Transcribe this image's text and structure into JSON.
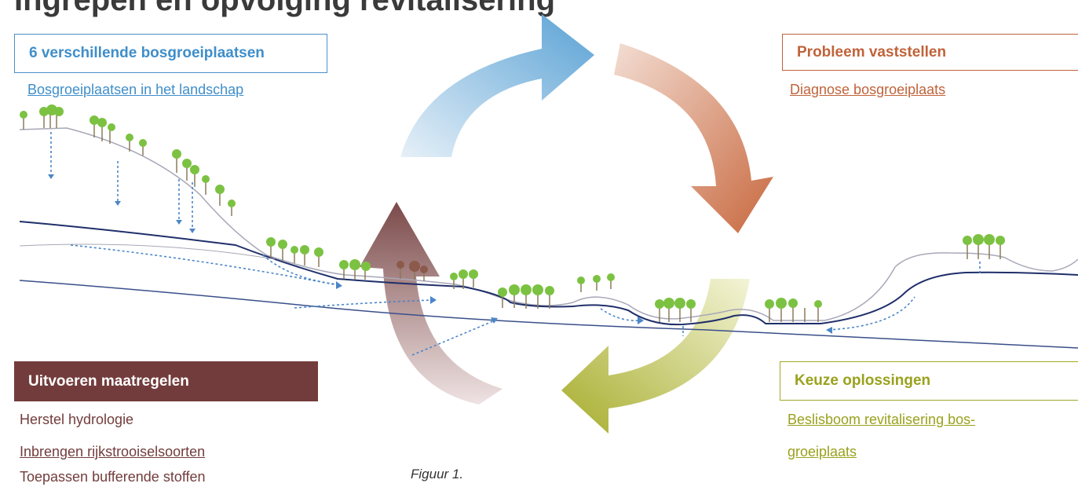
{
  "heading": "Ingrepen en opvolging revitalisering",
  "boxes": {
    "site_types": "6 verschillende bosgroeiplaatsen",
    "diagnose": "Probleem vaststellen",
    "choice": "Keuze oplossingen",
    "execute": "Uitvoeren maatregelen"
  },
  "links": {
    "landscape": "Bosgroeiplaatsen in het landschap",
    "diagnosis": "Diagnose bosgroeiplaats",
    "decision_tree_line1": "Beslisboom revitalisering bos-",
    "decision_tree_line2": "groeiplaats"
  },
  "measures": [
    "Herstel hydrologie",
    "Inbrengen rijkstrooiselsoorten",
    "Toepassen bufferende stoffen"
  ],
  "caption": "Figuur 1.",
  "colors": {
    "blue": "#3f8ec9",
    "orange": "#c0633a",
    "green": "#9aa11d",
    "maroon": "#733c3c",
    "tree": "#7cc242"
  }
}
